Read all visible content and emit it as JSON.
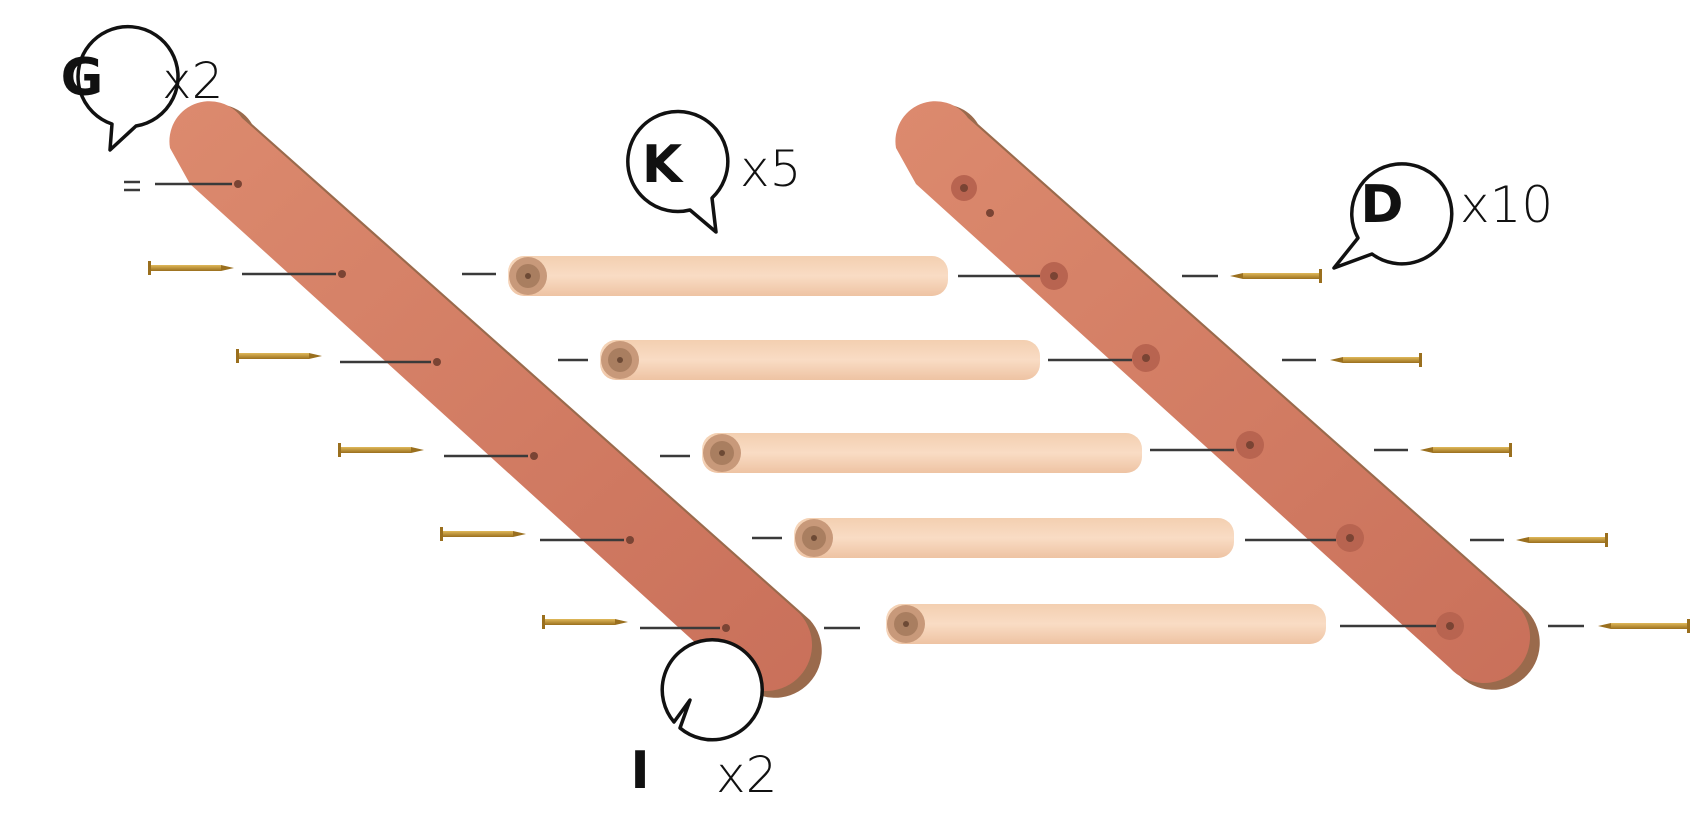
{
  "callouts": {
    "G": {
      "letter": "G",
      "qty": "x2"
    },
    "K": {
      "letter": "K",
      "qty": "x5"
    },
    "D": {
      "letter": "D",
      "qty": "x10"
    },
    "I": {
      "letter": "I",
      "qty": "x2"
    }
  },
  "parts": {
    "rail": "rail",
    "rung": "rung",
    "screw": "screw"
  },
  "counts": {
    "rungs": 5,
    "rails": 2
  },
  "colors": {
    "rail": "#d27b5f",
    "rail_edge": "#9a6a4c",
    "rung": "#f6d2b4",
    "rung_end": "#b7896a",
    "screw": "#c09236",
    "leader": "#3a3a3a"
  }
}
